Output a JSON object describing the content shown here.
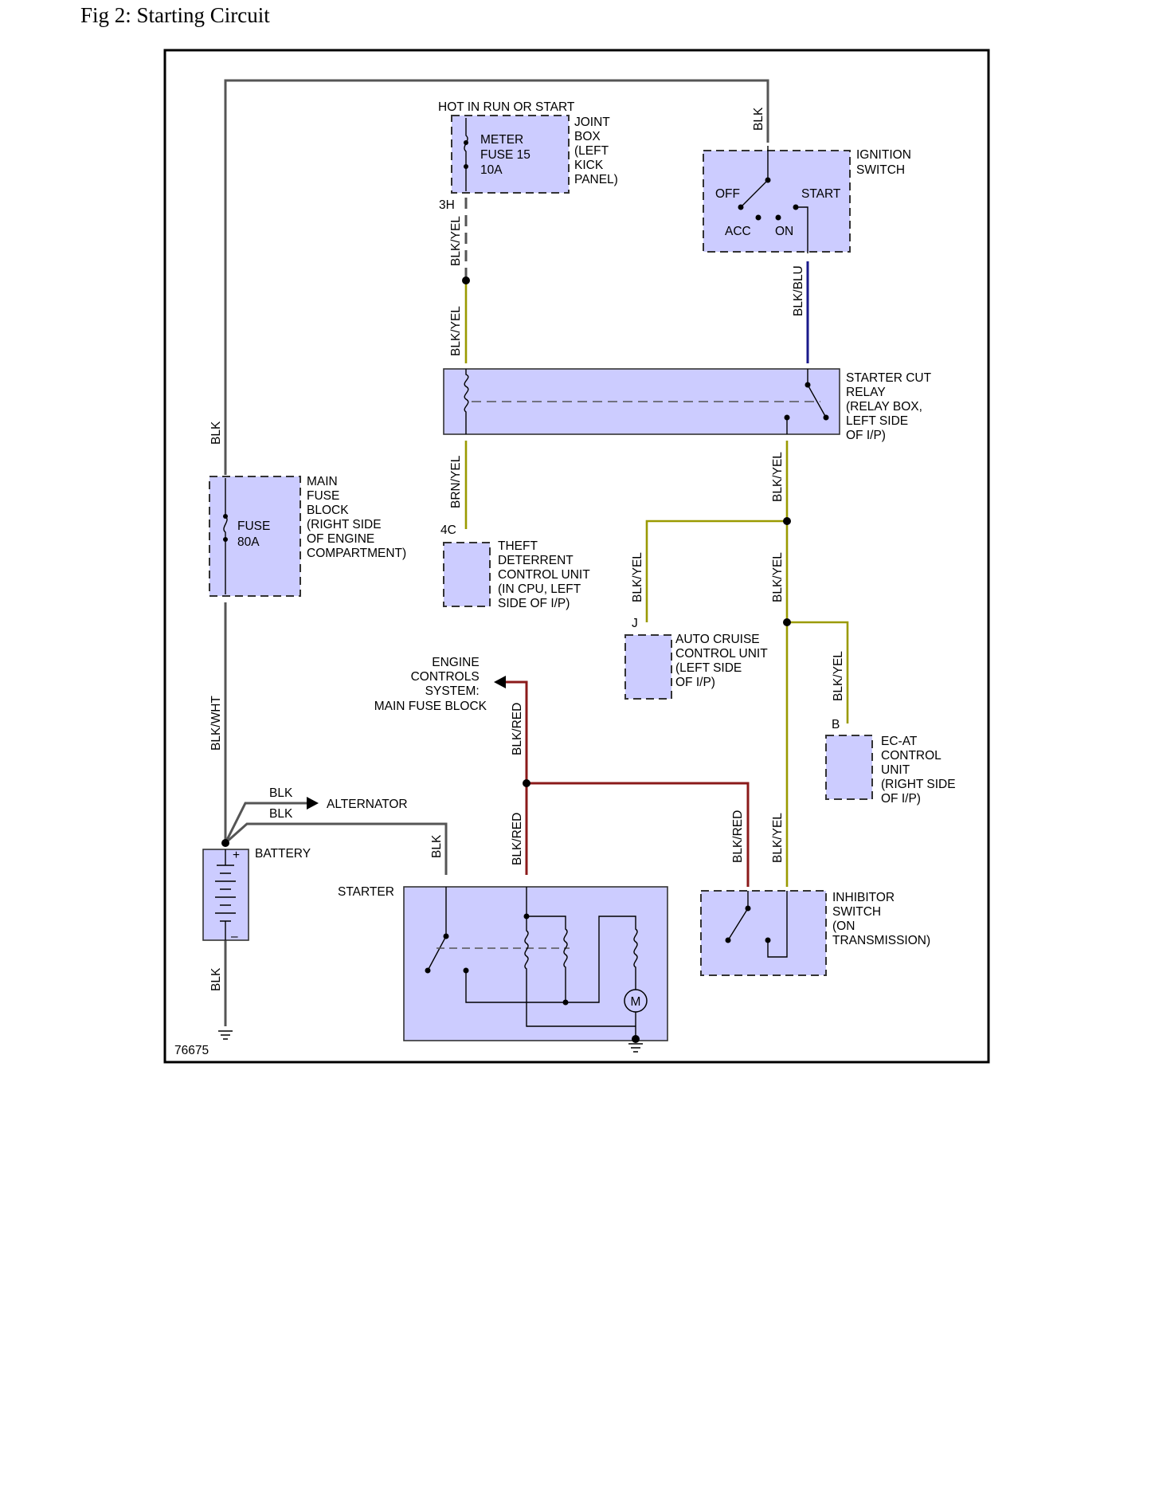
{
  "figure": {
    "title": "Fig 2: Starting Circuit",
    "id_number": "76675"
  },
  "components": {
    "joint_box": {
      "header": "HOT IN RUN OR START",
      "fuse_lines": [
        "METER",
        "FUSE 15",
        "10A"
      ],
      "desc_lines": [
        "JOINT",
        "BOX",
        "(LEFT",
        "KICK",
        "PANEL)"
      ],
      "pin": "3H"
    },
    "ignition_switch": {
      "desc_lines": [
        "IGNITION",
        "SWITCH"
      ],
      "positions": {
        "off": "OFF",
        "start": "START",
        "acc": "ACC",
        "on": "ON"
      }
    },
    "starter_cut_relay": {
      "desc_lines": [
        "STARTER CUT",
        "RELAY",
        "(RELAY BOX,",
        "LEFT SIDE",
        "OF I/P)"
      ]
    },
    "main_fuse_block": {
      "fuse_lines": [
        "FUSE",
        "80A"
      ],
      "desc_lines": [
        "MAIN",
        "FUSE",
        "BLOCK",
        "(RIGHT SIDE",
        "OF ENGINE",
        "COMPARTMENT)"
      ]
    },
    "theft_deterrent": {
      "pin": "4C",
      "desc_lines": [
        "THEFT",
        "DETERRENT",
        "CONTROL UNIT",
        "(IN CPU, LEFT",
        "SIDE OF I/P)"
      ]
    },
    "auto_cruise": {
      "pin": "J",
      "desc_lines": [
        "AUTO CRUISE",
        "CONTROL UNIT",
        "(LEFT SIDE",
        "OF I/P)"
      ]
    },
    "ec_at": {
      "pin": "B",
      "desc_lines": [
        "EC-AT",
        "CONTROL",
        "UNIT",
        "(RIGHT SIDE",
        "OF I/P)"
      ]
    },
    "engine_controls": {
      "desc_lines": [
        "ENGINE",
        "CONTROLS",
        "SYSTEM:",
        "MAIN FUSE BLOCK"
      ]
    },
    "alternator": {
      "label": "ALTERNATOR"
    },
    "battery": {
      "label": "BATTERY",
      "plus": "+",
      "minus": "–"
    },
    "starter": {
      "label": "STARTER",
      "motor": "M"
    },
    "inhibitor_switch": {
      "desc_lines": [
        "INHIBITOR",
        "SWITCH",
        "(ON",
        "TRANSMISSION)"
      ]
    }
  },
  "wires": {
    "ign_feed": "BLK",
    "jb_out": "BLK/YEL",
    "relay_coil_in": "BLK/YEL",
    "ign_to_relay": "BLK/BLU",
    "main_feed": "BLK",
    "relay_to_theft": "BRN/YEL",
    "relay_sw_out": "BLK/YEL",
    "to_cruise": "BLK/YEL",
    "trunk_mid": "BLK/YEL",
    "to_ecat": "BLK/YEL",
    "battery_to_fuse": "BLK/WHT",
    "to_engine_controls": "BLK/RED",
    "to_alternator": "BLK",
    "to_starter": "BLK",
    "starter_sig": "BLK",
    "starter_s": "BLK/RED",
    "inhib_red": "BLK/RED",
    "inhib_yel": "BLK/YEL",
    "ground": "BLK"
  },
  "colors": {
    "box_fill": "#ccccff",
    "wire_black": "#555555",
    "wire_yellow": "#9a9a00",
    "wire_red": "#8b1a1a",
    "wire_blue": "#1a1a8b"
  }
}
